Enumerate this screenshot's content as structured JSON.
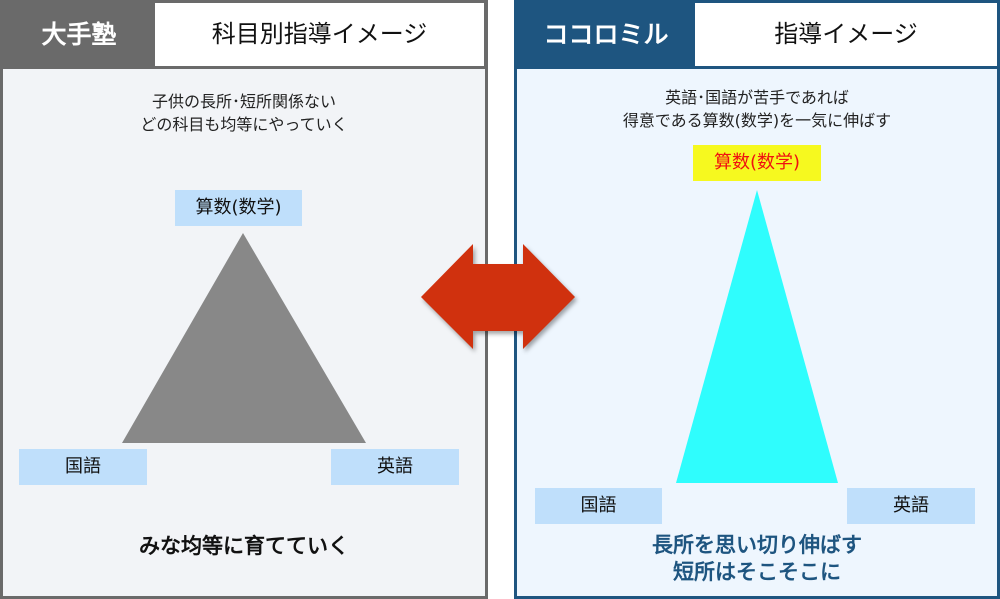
{
  "left": {
    "brand": "大手塾",
    "title": "科目別指導イメージ",
    "desc1": "子供の長所･短所関係ない",
    "desc2": "どの科目も均等にやっていく",
    "top_label": "算数(数学)",
    "left_label": "国語",
    "right_label": "英語",
    "footer": "みな均等に育てていく",
    "triangle_color": "#888888"
  },
  "right": {
    "brand": "ココロミル",
    "title": "指導イメージ",
    "desc1": "英語･国語が苦手であれば",
    "desc2": "得意である算数(数学)を一気に伸ばす",
    "top_label": "算数(数学)",
    "left_label": "国語",
    "right_label": "英語",
    "footer1": "長所を思い切り伸ばす",
    "footer2": "短所はそこそこに",
    "triangle_color": "#2ffdfd"
  },
  "arrow_color": "#d0310e"
}
